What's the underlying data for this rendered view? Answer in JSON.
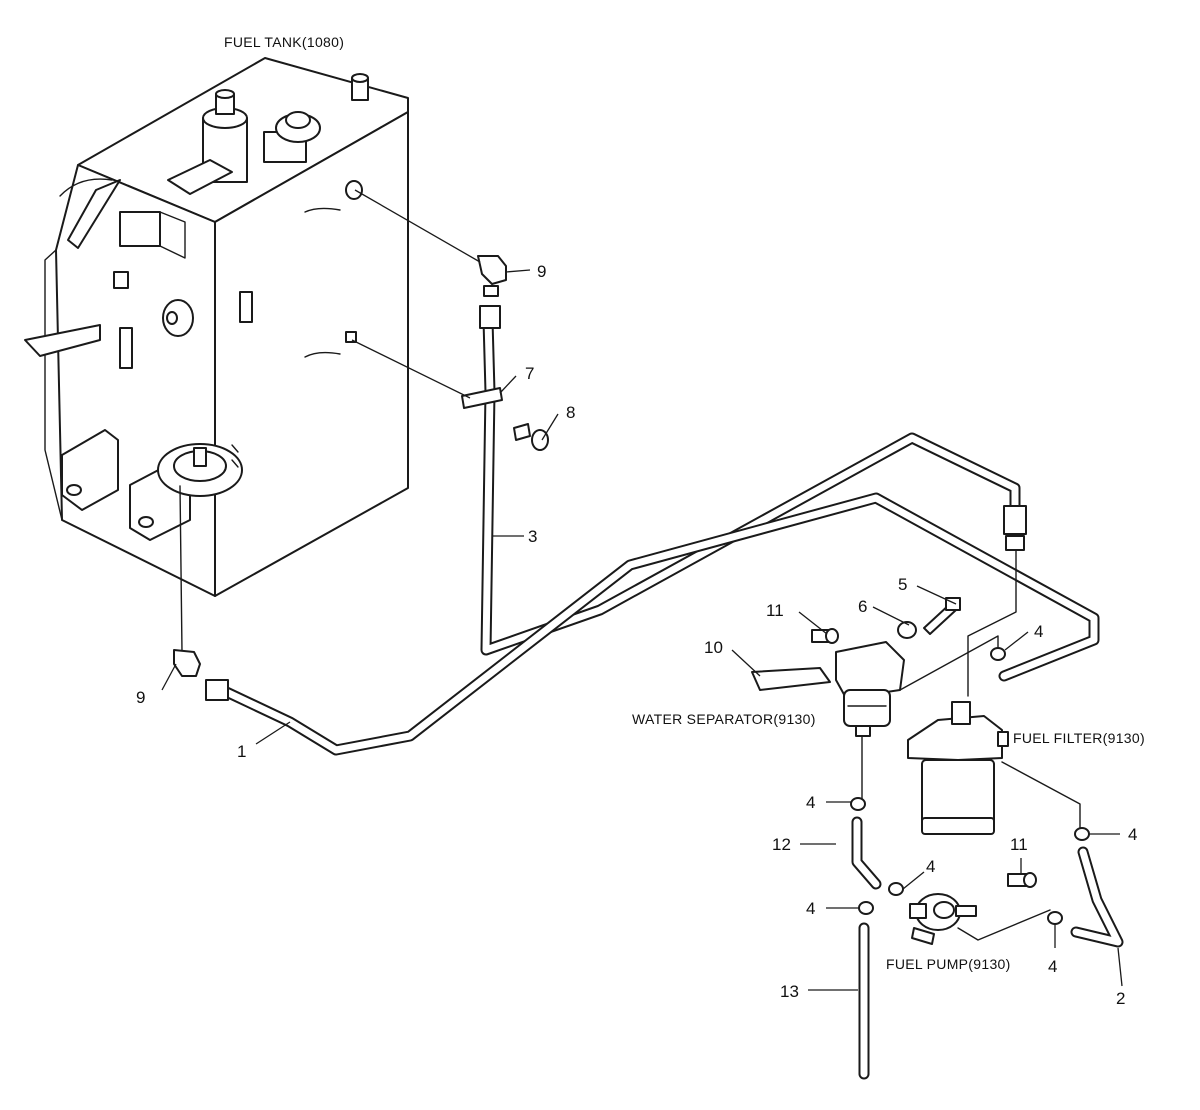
{
  "components": {
    "fuel_tank": "FUEL TANK(1080)",
    "water_separator": "WATER SEPARATOR(9130)",
    "fuel_filter": "FUEL FILTER(9130)",
    "fuel_pump": "FUEL PUMP(9130)"
  },
  "callouts": [
    "9",
    "9",
    "7",
    "8",
    "3",
    "5",
    "6",
    "11",
    "10",
    "4",
    "1",
    "4",
    "12",
    "4",
    "4",
    "11",
    "4",
    "4",
    "13",
    "2"
  ],
  "colors": {
    "ink": "#1a1a1a",
    "background": "#ffffff"
  }
}
